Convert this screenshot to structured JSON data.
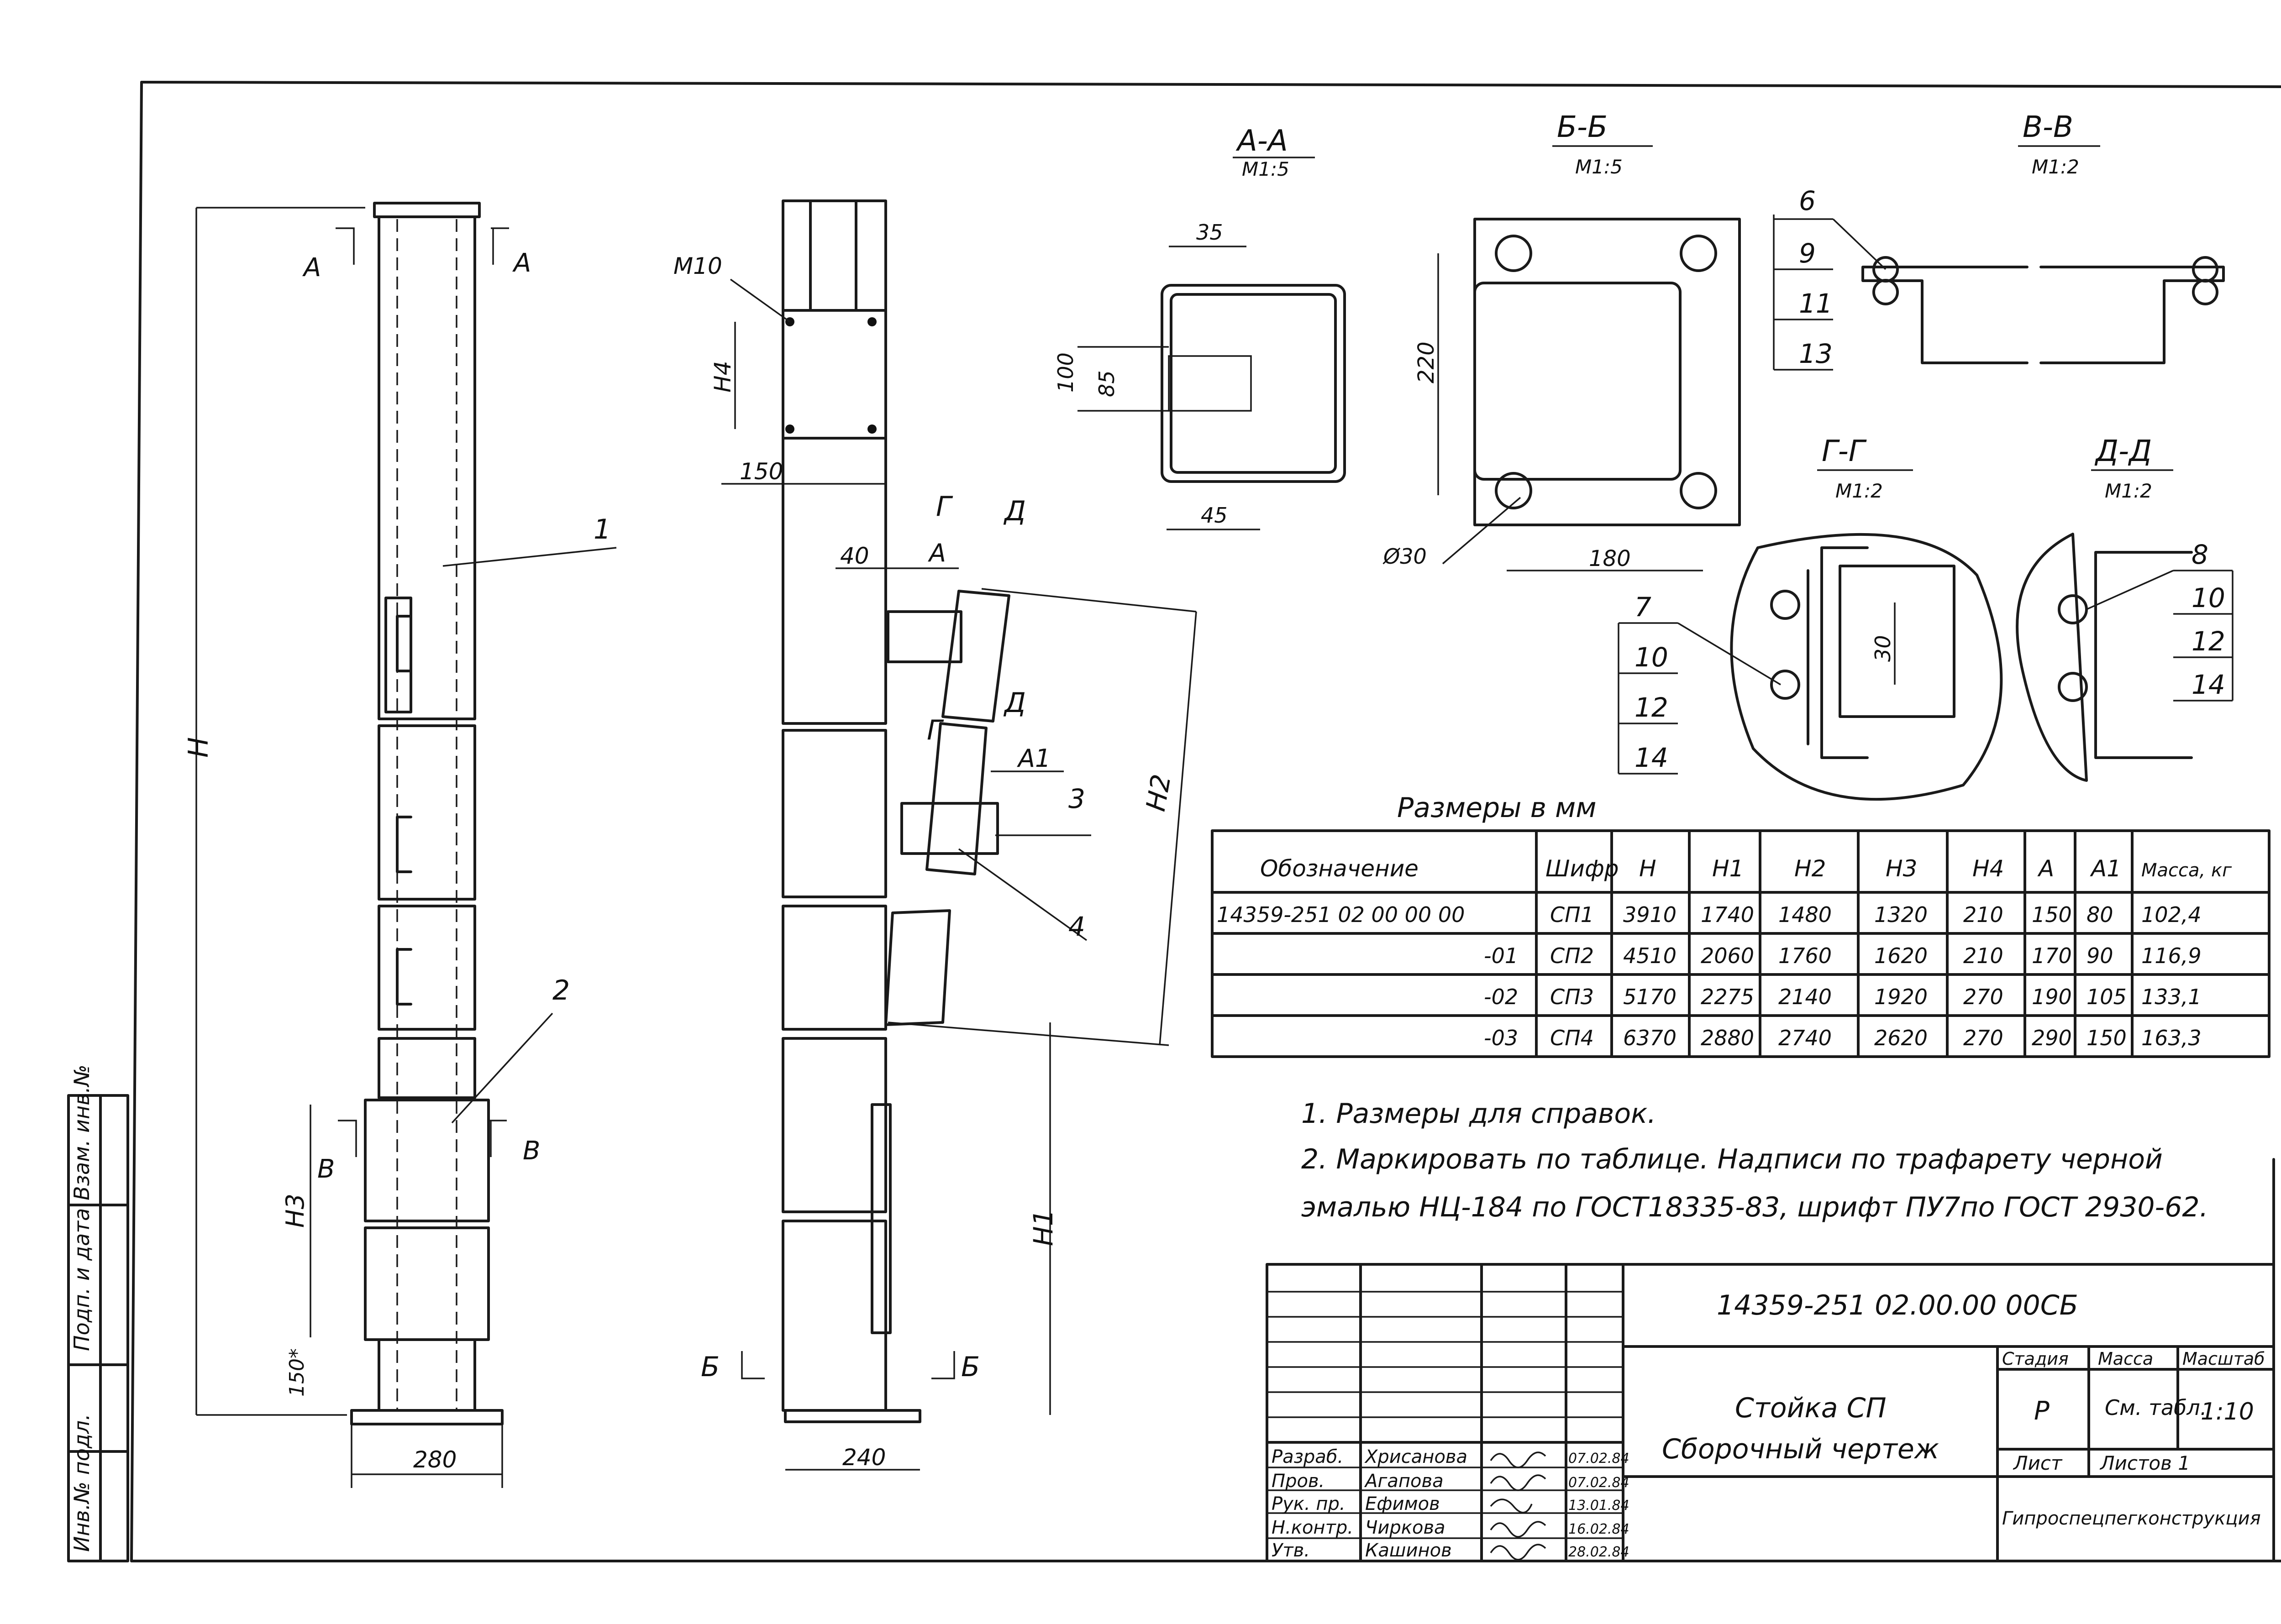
{
  "views": {
    "sec_aa": {
      "title": "А-А",
      "scale": "М1:5",
      "dims": [
        "35",
        "100",
        "85",
        "45"
      ]
    },
    "sec_bb": {
      "title": "Б-Б",
      "scale": "М1:5",
      "dims": [
        "220",
        "180",
        "Ø30"
      ]
    },
    "sec_vv": {
      "title": "В-В",
      "scale": "М1:2",
      "callouts": [
        "6",
        "9",
        "11",
        "13"
      ]
    },
    "sec_gg": {
      "title": "Г-Г",
      "scale": "М1:2",
      "dim": "30",
      "callouts": [
        "7",
        "10",
        "12",
        "14"
      ]
    },
    "sec_dd": {
      "title": "Д-Д",
      "scale": "М1:2",
      "callouts": [
        "8",
        "10",
        "12",
        "14"
      ]
    }
  },
  "front": {
    "H": "H",
    "H3": "Н3",
    "dim150": "150*",
    "width": "280",
    "cut_a": "А",
    "cut_v": "В",
    "pos1": "1",
    "pos2": "2"
  },
  "side": {
    "m10": "М10",
    "H4": "Н4",
    "d150": "150",
    "d40": "40",
    "A": "А",
    "A1": "А1",
    "G": "Г",
    "D": "Д",
    "H1": "Н1",
    "H2": "Н2",
    "pos3": "3",
    "pos4": "4",
    "cut_b": "Б",
    "width": "240"
  },
  "table": {
    "caption": "Размеры в мм",
    "headers": [
      "Обозначение",
      "Шифр",
      "Н",
      "Н1",
      "Н2",
      "Н3",
      "Н4",
      "А",
      "А1",
      "Масса, кг"
    ],
    "rows": [
      [
        "14359-251 02 00 00 00",
        "СП1",
        "3910",
        "1740",
        "1480",
        "1320",
        "210",
        "150",
        "80",
        "102,4"
      ],
      [
        "-01",
        "СП2",
        "4510",
        "2060",
        "1760",
        "1620",
        "210",
        "170",
        "90",
        "116,9"
      ],
      [
        "-02",
        "СП3",
        "5170",
        "2275",
        "2140",
        "1920",
        "270",
        "190",
        "105",
        "133,1"
      ],
      [
        "-03",
        "СП4",
        "6370",
        "2880",
        "2740",
        "2620",
        "270",
        "290",
        "150",
        "163,3"
      ]
    ]
  },
  "notes": [
    "1. Размеры для справок.",
    "2. Маркировать по таблице. Надписи по трафарету черной",
    "эмалью НЦ-184 по ГОСТ18335-83, шрифт ПУ7по ГОСТ 2930-62."
  ],
  "title_block": {
    "doc_code": "14359-251 02.00.00 00СБ",
    "name_line1": "Стойка СП",
    "name_line2": "Сборочный чертеж",
    "col_stage": "Стадия",
    "col_mass": "Масса",
    "col_scale": "Масштаб",
    "stage": "Р",
    "mass": "См. табл.",
    "scale": "1:10",
    "sheet": "Лист",
    "sheets": "Листов 1",
    "org": "Гипроспецпегконструкция",
    "signers": [
      {
        "role": "Разраб.",
        "name": "Хрисанова",
        "date": "07.02.84"
      },
      {
        "role": "Пров.",
        "name": "Агапова",
        "date": "07.02.84"
      },
      {
        "role": "Рук. пр.",
        "name": "Ефимов",
        "date": "13.01.84"
      },
      {
        "role": "Н.контр.",
        "name": "Чиркова",
        "date": "16.02.84"
      },
      {
        "role": "Утв.",
        "name": "Кашинов",
        "date": "28.02.84"
      }
    ]
  },
  "side_stamp": [
    "Инв.№ подл.",
    "Подп. и дата",
    "Взам. инв.№"
  ]
}
